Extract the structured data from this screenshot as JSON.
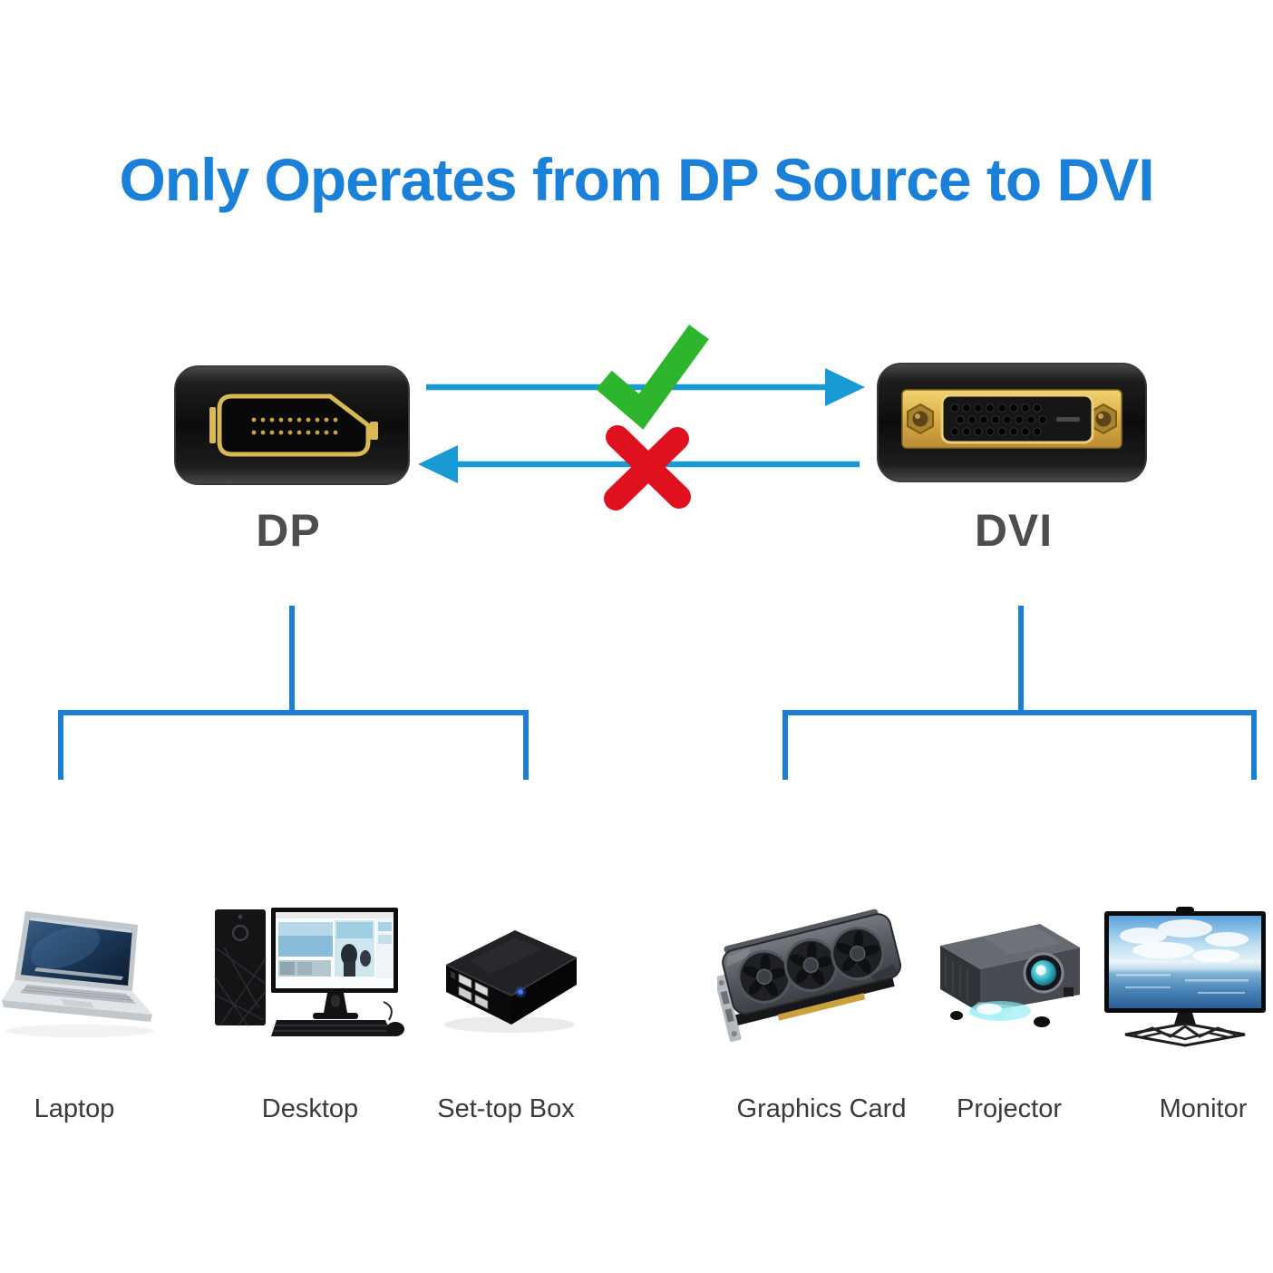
{
  "title": {
    "text": "Only Operates from DP Source to DVI",
    "color": "#1b80d8"
  },
  "connectors": {
    "dp": {
      "label": "DP"
    },
    "dvi": {
      "label": "DVI"
    }
  },
  "flow": {
    "arrow_color": "#189bd5",
    "forward": {
      "icon": "checkmark-icon",
      "color": "#2db52d"
    },
    "reverse": {
      "icon": "cross-icon",
      "color": "#e0111f"
    }
  },
  "tree": {
    "color": "#1b7ed1"
  },
  "device_groups": {
    "dp_side": {
      "items": [
        {
          "label": "Laptop",
          "icon": "laptop-image"
        },
        {
          "label": "Desktop",
          "icon": "desktop-image"
        },
        {
          "label": "Set-top Box",
          "icon": "set-top-box-image"
        }
      ]
    },
    "dvi_side": {
      "items": [
        {
          "label": "Graphics Card",
          "icon": "graphics-card-image"
        },
        {
          "label": "Projector",
          "icon": "projector-image"
        },
        {
          "label": "Monitor",
          "icon": "monitor-image"
        }
      ]
    }
  },
  "colors": {
    "port_label": "#4d4d4d",
    "device_label": "#3a3a3a",
    "connector_body": "#141414",
    "gold": "#d9b954"
  }
}
